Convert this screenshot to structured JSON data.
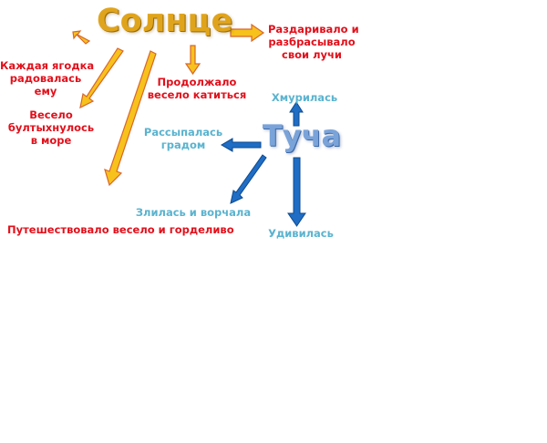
{
  "sun": {
    "title": "Солнце",
    "actions": {
      "top_right": [
        "Раздаривало и",
        "разбрасывало",
        "свои лучи"
      ],
      "left": [
        "Каждая ягодка",
        "радовалась",
        "ему"
      ],
      "left_lower": [
        "Весело",
        "бултыхнулось",
        "в море"
      ],
      "bottom": [
        "Продолжало",
        "весело катиться"
      ],
      "far_bottom": "Путешествовало весело и горделиво"
    }
  },
  "cloud": {
    "title": "Туча",
    "actions": {
      "up": "Хмурилась",
      "left": [
        "Рассыпалась",
        "градом"
      ],
      "down_left": "Злилась и ворчала",
      "down": "Удивилась"
    }
  },
  "colors": {
    "sun_arrow_fill": "#f7c21b",
    "sun_arrow_stroke": "#d9662a",
    "cloud_arrow_fill": "#1f6dc4",
    "cloud_arrow_stroke": "#0d4a8f",
    "sun_text": "#e2101b",
    "cloud_text": "#5ab3cf"
  }
}
